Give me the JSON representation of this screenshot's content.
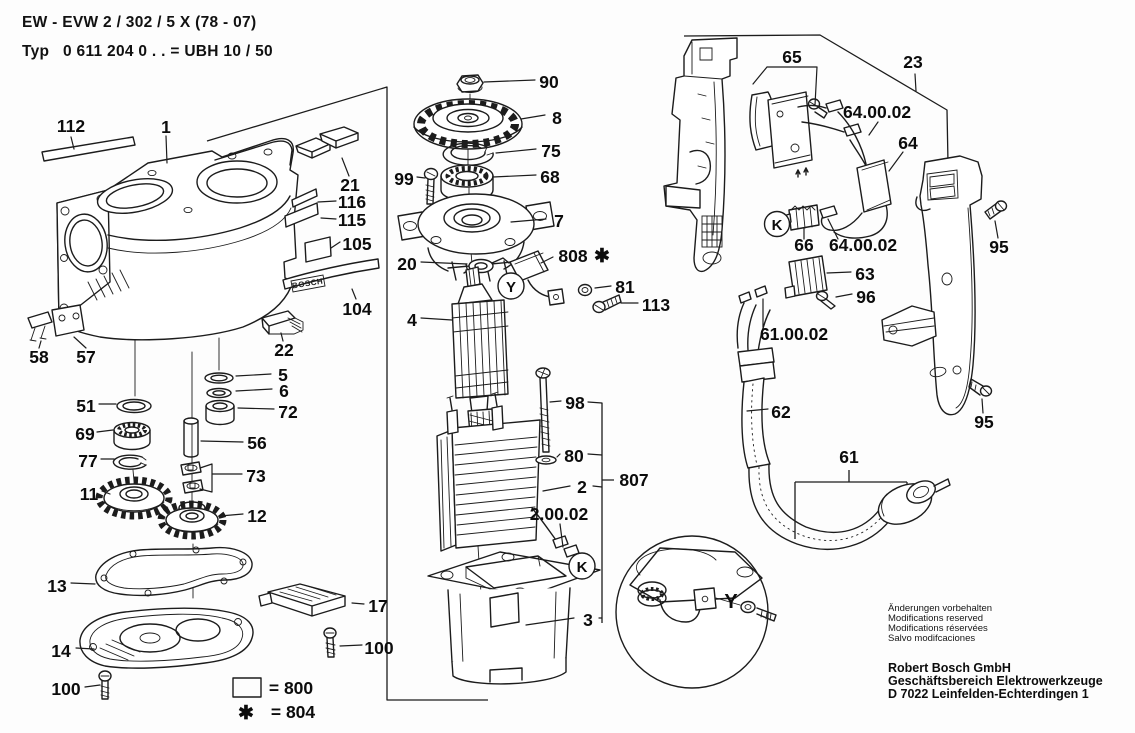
{
  "header": {
    "line1": "EW - EVW 2 / 302 / 5 X (78 - 07)",
    "typ_label": "Typ",
    "typ_value": "0 611 204 0 . . = UBH 10 / 50"
  },
  "brand_strip": "BOSCH",
  "symbols": {
    "asterisk": "✱"
  },
  "markers": {
    "y": "Y",
    "k": "K"
  },
  "legend": {
    "square_equals": "= 800",
    "asterisk_equals": "= 804"
  },
  "labels": {
    "p1": "1",
    "p2": "2",
    "p3": "3",
    "p4": "4",
    "p5": "5",
    "p6": "6",
    "p7": "7",
    "p8": "8",
    "p11": "11",
    "p12": "12",
    "p13": "13",
    "p14": "14",
    "p17": "17",
    "p20": "20",
    "p21": "21",
    "p22": "22",
    "p23": "23",
    "p51": "51",
    "p56": "56",
    "p57": "57",
    "p58": "58",
    "p61": "61",
    "p62": "62",
    "p63": "63",
    "p64": "64",
    "p65": "65",
    "p66": "66",
    "p68": "68",
    "p69": "69",
    "p72": "72",
    "p73": "73",
    "p75": "75",
    "p77": "77",
    "p80": "80",
    "p81": "81",
    "p90": "90",
    "p95": "95",
    "p96": "96",
    "p98": "98",
    "p99": "99",
    "p100": "100",
    "p104": "104",
    "p105": "105",
    "p112": "112",
    "p113": "113",
    "p115": "115",
    "p116": "116",
    "p807": "807",
    "p808": "808",
    "p20002": "2.00.02",
    "p610002": "61.00.02",
    "p640002": "64.00.02"
  },
  "footer": {
    "notes": [
      "Änderungen vorbehalten",
      "Modifications reserved",
      "Modifications réservées",
      "Salvo modifcaciones"
    ],
    "company": [
      "Robert Bosch GmbH",
      "Geschäftsbereich Elektrowerkzeuge",
      "D 7022 Leinfelden-Echterdingen 1"
    ]
  }
}
